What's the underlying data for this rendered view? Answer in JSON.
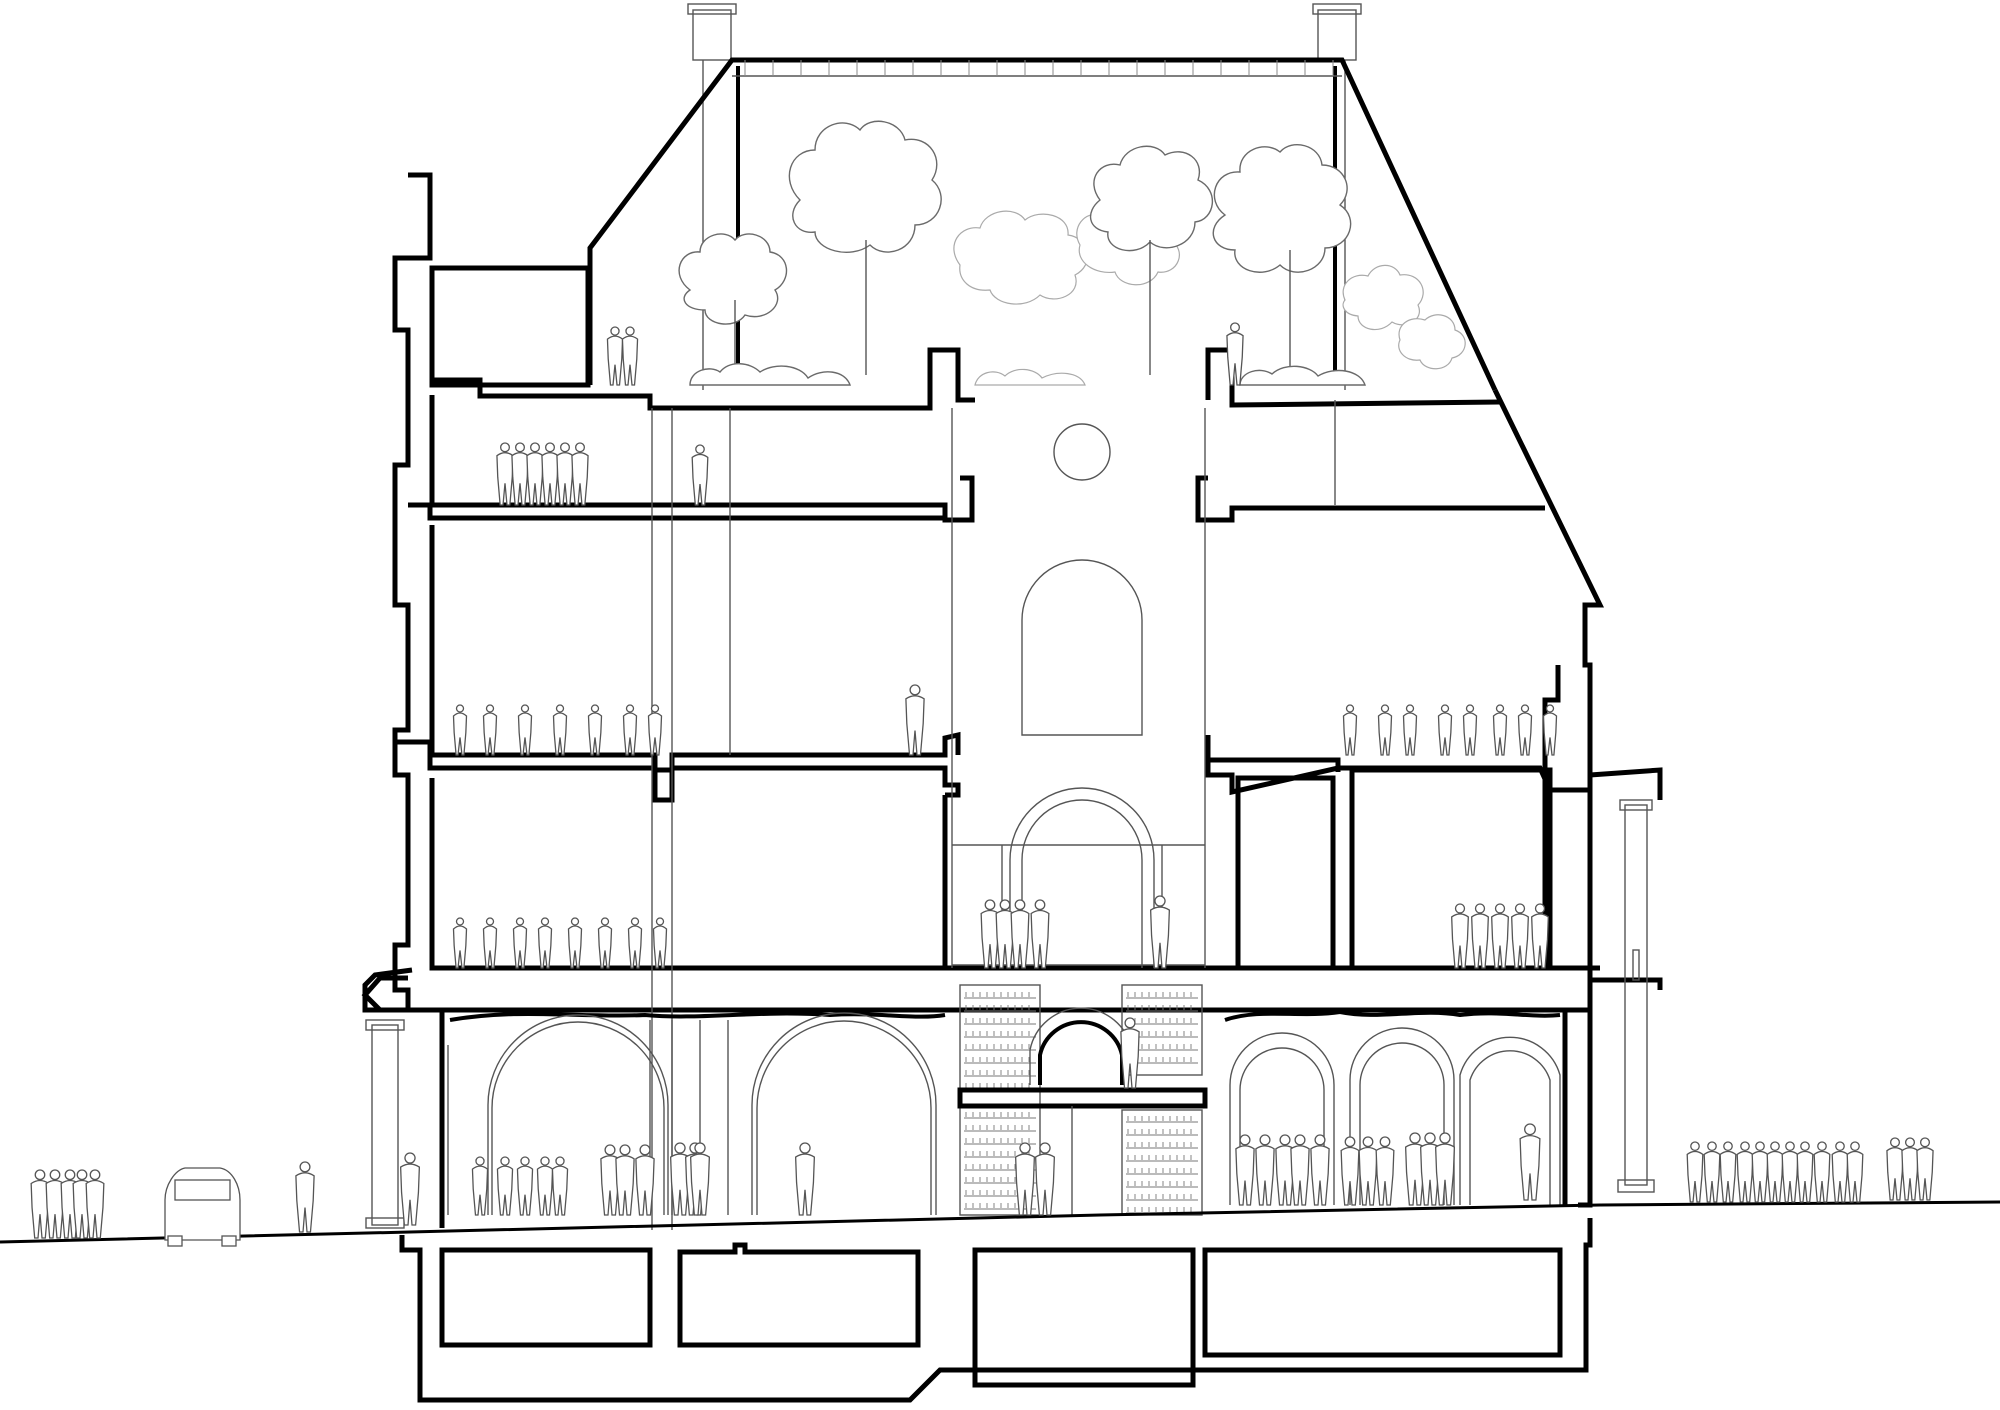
{
  "drawing": {
    "type": "architectural-section",
    "line_color": "#000000",
    "background": "#ffffff",
    "elements": [
      "roof-garden-trees",
      "roof-pavilion",
      "upper-floors",
      "central-atrium-arches",
      "ground-floor-arcade",
      "library-bookshelves",
      "basement-vaults",
      "street-level-people",
      "car"
    ]
  }
}
